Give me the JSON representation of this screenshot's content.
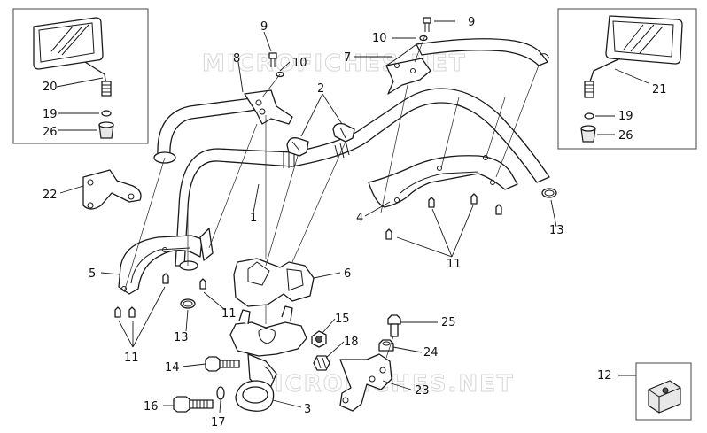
{
  "watermark": [
    "MICROFICHES.NET",
    "MICROFICHES.NET"
  ],
  "callouts": {
    "c1": "1",
    "c2": "2",
    "c3": "3",
    "c4": "4",
    "c5": "5",
    "c6": "6",
    "c7": "7",
    "c8": "8",
    "c9a": "9",
    "c9b": "9",
    "c10a": "10",
    "c10b": "10",
    "c11a": "11",
    "c11b": "11",
    "c11c": "11",
    "c12": "12",
    "c13a": "13",
    "c13b": "13",
    "c14": "14",
    "c15": "15",
    "c16": "16",
    "c17": "17",
    "c18": "18",
    "c19a": "19",
    "c19b": "19",
    "c20": "20",
    "c21": "21",
    "c22": "22",
    "c23": "23",
    "c24": "24",
    "c25": "25",
    "c26a": "26",
    "c26b": "26"
  }
}
